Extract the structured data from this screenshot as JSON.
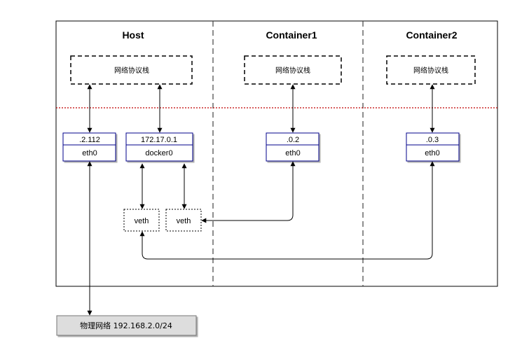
{
  "headers": {
    "host": "Host",
    "container1": "Container1",
    "container2": "Container2"
  },
  "stacks": {
    "host": "网络协议栈",
    "container1": "网络协议栈",
    "container2": "网络协议栈"
  },
  "interfaces": {
    "host_eth0": {
      "ip": ".2.112",
      "name": "eth0"
    },
    "docker0": {
      "ip": "172.17.0.1",
      "name": "docker0"
    },
    "c1_eth0": {
      "ip": ".0.2",
      "name": "eth0"
    },
    "c2_eth0": {
      "ip": ".0.3",
      "name": "eth0"
    }
  },
  "veths": {
    "veth1": "veth",
    "veth2": "veth"
  },
  "physical_network": "物理网络 192.168.2.0/24",
  "colors": {
    "interface_border": "#00008b",
    "namespace_separator": "#c00000",
    "physical_fill": "#dddddd"
  }
}
